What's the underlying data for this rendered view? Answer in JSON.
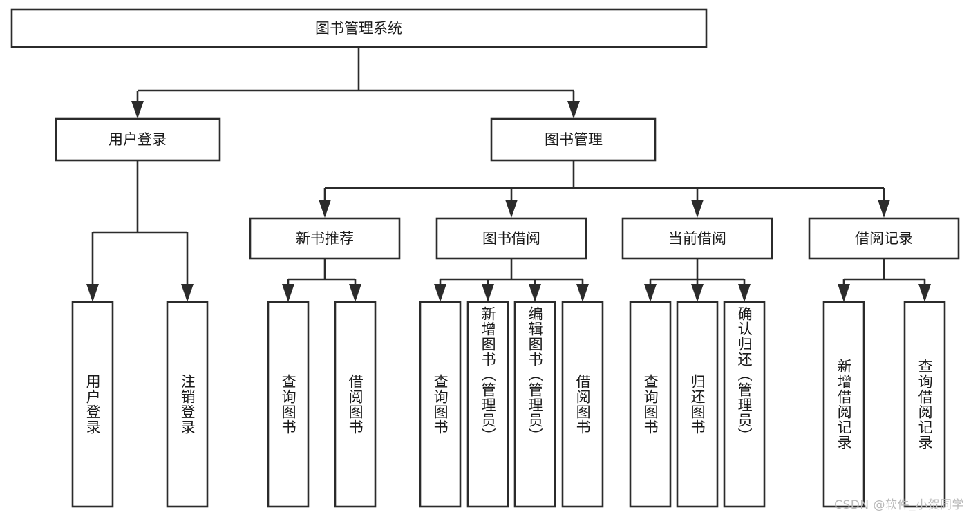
{
  "diagram": {
    "type": "tree",
    "title": "图书管理系统",
    "watermark": "CSDN @软件_小贺同学",
    "colors": {
      "background": "#ffffff",
      "box_fill": "#ffffff",
      "box_stroke": "#2b2b2b",
      "text": "#1a1a1a",
      "watermark": "#b9b9b9"
    },
    "root": {
      "label": "图书管理系统"
    },
    "level2": [
      {
        "label": "用户登录"
      },
      {
        "label": "图书管理"
      }
    ],
    "level3": [
      {
        "label": "新书推荐"
      },
      {
        "label": "图书借阅"
      },
      {
        "label": "当前借阅"
      },
      {
        "label": "借阅记录"
      }
    ],
    "leaves": {
      "user_login": [
        {
          "label": "用户登录"
        },
        {
          "label": "注销登录"
        }
      ],
      "new_book_recommend": [
        {
          "label": "查询图书"
        },
        {
          "label": "借阅图书"
        }
      ],
      "book_borrow": [
        {
          "label": "查询图书"
        },
        {
          "label": "新增图书（管理员）"
        },
        {
          "label": "编辑图书（管理员）"
        },
        {
          "label": "借阅图书"
        }
      ],
      "current_borrow": [
        {
          "label": "查询图书"
        },
        {
          "label": "归还图书"
        },
        {
          "label": "确认归还（管理员）"
        }
      ],
      "borrow_record": [
        {
          "label": "新增借阅记录"
        },
        {
          "label": "查询借阅记录"
        }
      ]
    }
  }
}
